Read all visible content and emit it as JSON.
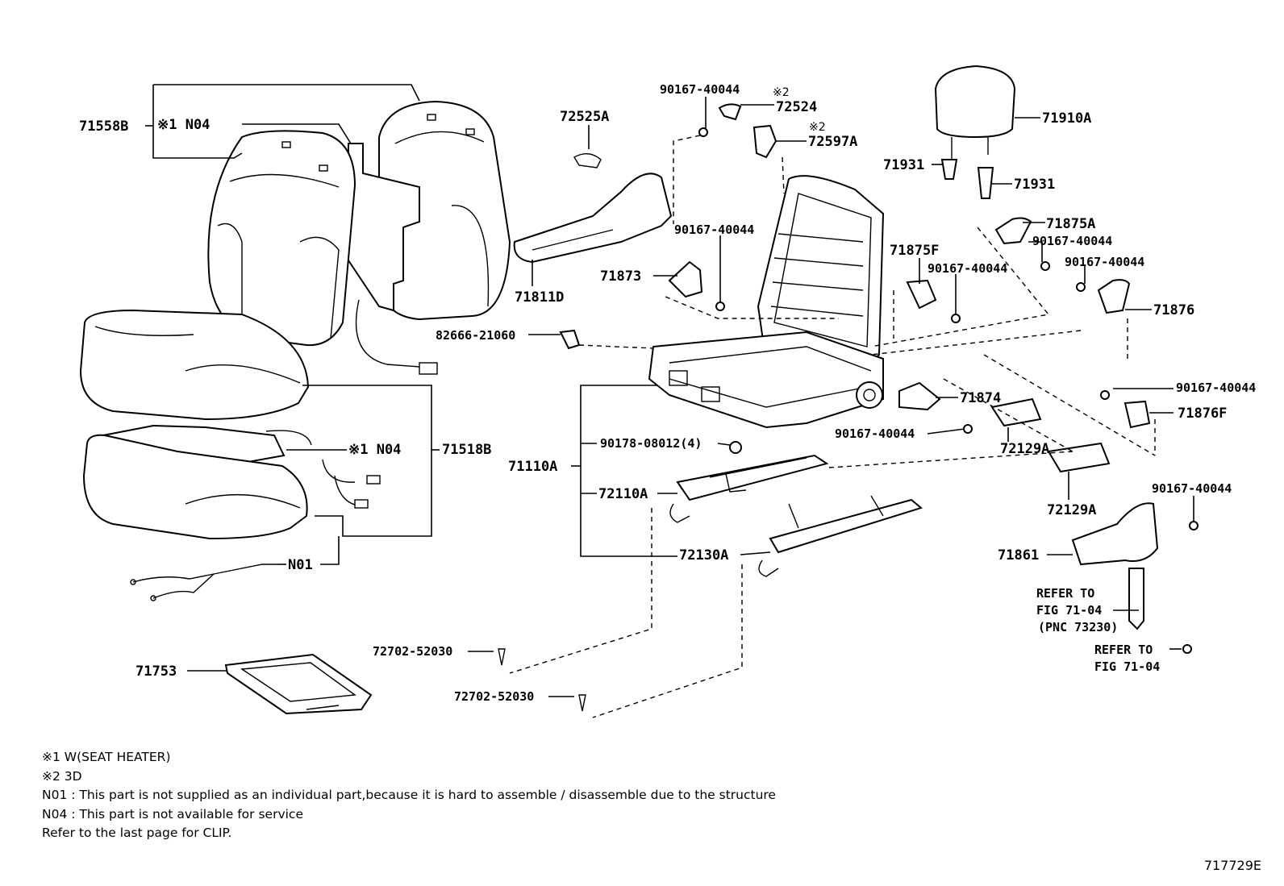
{
  "labels": {
    "p71558B": "71558B",
    "p71558B_note": "※1 N04",
    "p71518B": "71518B",
    "p71518B_note": "※1 N04",
    "pN01": "N01",
    "p71753": "71753",
    "p72525A": "72525A",
    "p71811D": "71811D",
    "p71873": "71873",
    "p82666": "82666-21060",
    "p90167a": "90167-40044",
    "p72524_mark": "※2",
    "p72524": "72524",
    "p72597A_mark": "※2",
    "p72597A": "72597A",
    "p90167b": "90167-40044",
    "p71910A": "71910A",
    "p71931a": "71931",
    "p71931b": "71931",
    "p71875A": "71875A",
    "p90167c": "90167-40044",
    "p71875F": "71875F",
    "p90167d": "90167-40044",
    "p90167e": "90167-40044",
    "p71876": "71876",
    "p90167f": "90167-40044",
    "p71876F": "71876F",
    "p71874": "71874",
    "p90167g": "90167-40044",
    "p72129Aa": "72129A",
    "p72129Ab": "72129A",
    "p90167h": "90167-40044",
    "p71861": "71861",
    "p71110A": "71110A",
    "p90178": "90178-08012(4)",
    "p72110A": "72110A",
    "p72130A": "72130A",
    "p72702a": "72702-52030",
    "p72702b": "72702-52030",
    "refer1_a": "REFER TO",
    "refer1_b": "FIG 71-04",
    "refer1_c": "(PNC 73230)",
    "refer2_a": "REFER TO",
    "refer2_b": "FIG 71-04"
  },
  "notes": [
    "※1  W(SEAT HEATER)",
    "※2  3D",
    "N01 : This part is not supplied as an individual part,because it is hard to assemble / disassemble due to the structure",
    "N04 : This part is not available for service",
    "Refer to the last page for CLIP."
  ],
  "diagram_code": "717729E"
}
